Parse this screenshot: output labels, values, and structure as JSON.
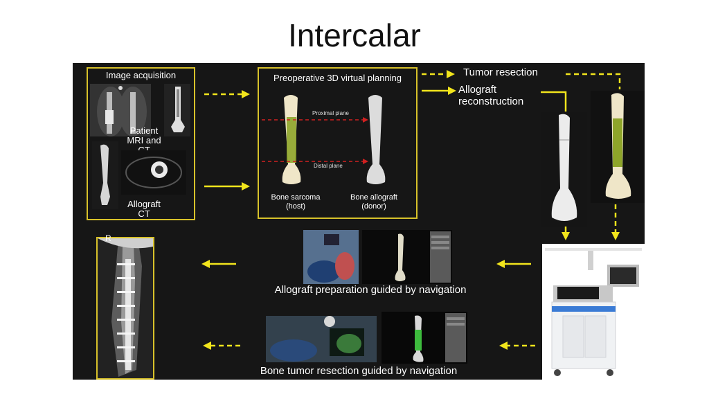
{
  "slide": {
    "title": "Intercalar"
  },
  "diagram": {
    "image_acquisition": {
      "heading": "Image acquisition",
      "patient_label": "Patient\nMRI and CT",
      "allograft_label": "Allograft\nCT"
    },
    "planning": {
      "heading": "Preoperative 3D virtual planning",
      "proximal_plane": "Proximal plane",
      "distal_plane": "Distal plane",
      "host_label": "Bone sarcoma\n(host)",
      "donor_label": "Bone allograft\n(donor)"
    },
    "outputs": {
      "tumor_resection": "Tumor resection",
      "allograft_reconstruction": "Allograft\nreconstruction"
    },
    "navigation": {
      "allograft_preparation": "Allograft preparation guided by navigation",
      "bone_tumor_resection": "Bone tumor resection guided by navigation"
    },
    "xray_marker": "R",
    "colors": {
      "arrow_yellow": "#f2e51c",
      "box_border": "#d8c22a",
      "panel_bg": "#161616",
      "bone": "#efe6c8",
      "tumor": "#8ea52a",
      "plane_line": "#d02020"
    }
  }
}
